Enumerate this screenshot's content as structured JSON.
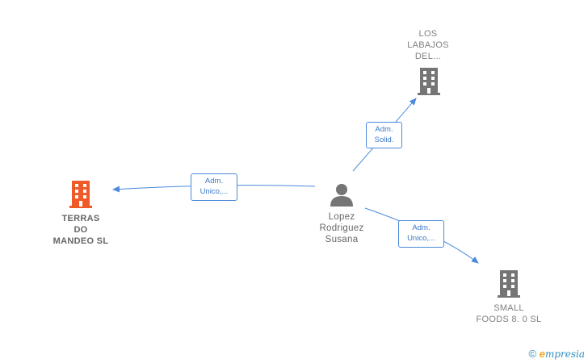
{
  "nodes": {
    "los_labajos": {
      "label_lines": [
        "LOS",
        "LABAJOS",
        "DEL..."
      ],
      "color": "#757575"
    },
    "terras": {
      "label_lines": [
        "TERRAS",
        "DO",
        "MANDEO  SL"
      ],
      "color": "#f05a28"
    },
    "person": {
      "label_lines": [
        "Lopez",
        "Rodriguez",
        "Susana"
      ],
      "color": "#757575"
    },
    "small_foods": {
      "label_lines": [
        "SMALL",
        "FOODS 8. 0  SL"
      ],
      "color": "#757575"
    }
  },
  "edges": {
    "to_los_labajos": {
      "lines": [
        "Adm.",
        "Solid."
      ]
    },
    "to_terras": {
      "lines": [
        "Adm.",
        "Unico,..."
      ]
    },
    "to_small_foods": {
      "lines": [
        "Adm.",
        "Unico,..."
      ]
    }
  },
  "colors": {
    "edge": "#4a89dc"
  },
  "footer": {
    "copyright": "©",
    "brand_first": "e",
    "brand_rest": "mpresia"
  }
}
